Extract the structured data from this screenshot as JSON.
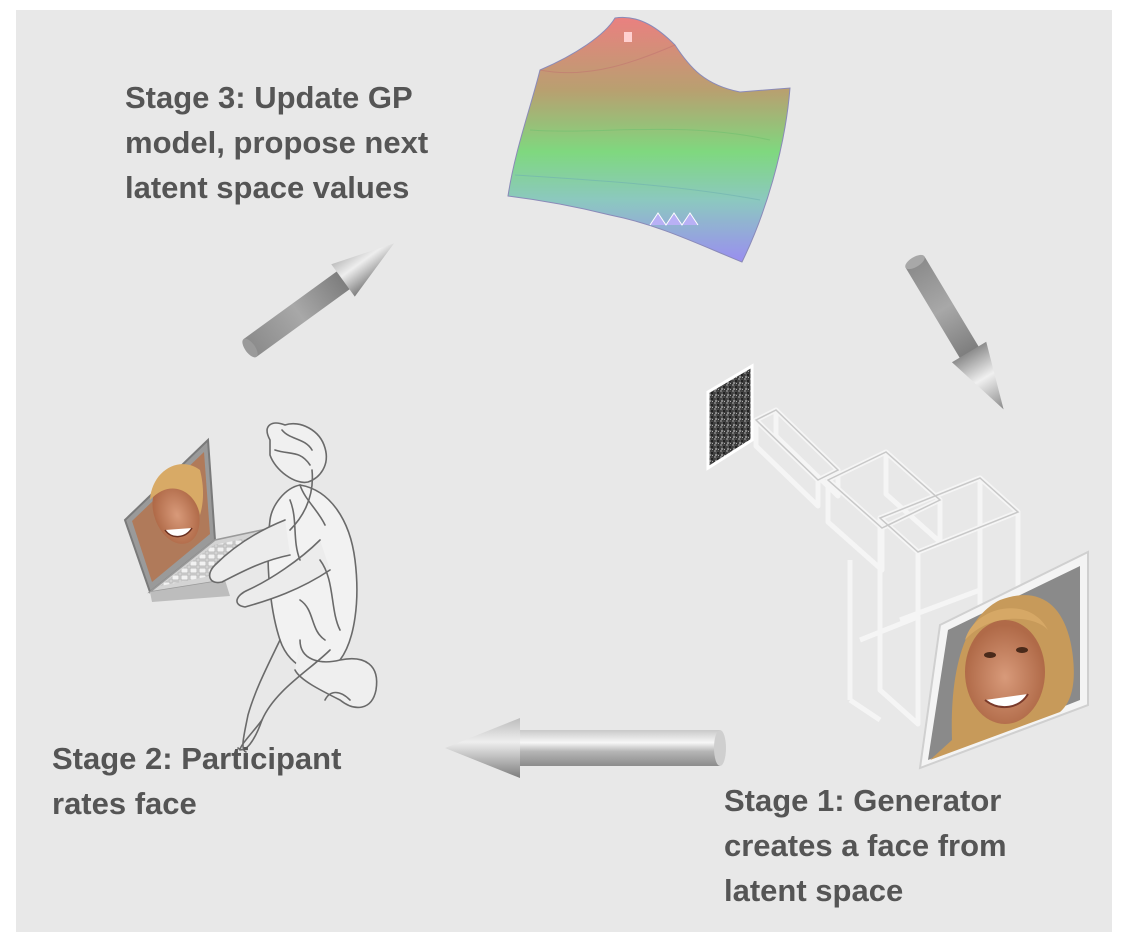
{
  "diagram": {
    "stages": [
      {
        "id": "stage-1",
        "lines": [
          "Stage 1: Generator",
          "creates a face from",
          "latent space"
        ]
      },
      {
        "id": "stage-2",
        "lines": [
          "Stage 2: Participant",
          "rates face"
        ]
      },
      {
        "id": "stage-3",
        "lines": [
          "Stage 3: Update GP",
          "model, propose next",
          "latent space values"
        ]
      }
    ],
    "icons": {
      "stage_1": [
        "noise-image-icon",
        "neural-network-icon",
        "generated-face-icon"
      ],
      "stage_2": [
        "participant-figure-icon",
        "laptop-icon"
      ],
      "stage_3": [
        "gp-surface-icon"
      ],
      "arrows": [
        "arrow-stage3-to-stage1",
        "arrow-stage1-to-stage2",
        "arrow-stage2-to-stage3"
      ]
    },
    "colors": {
      "background": "#e8e8e8",
      "label_text": "#555555",
      "surface_peak": "#e88080",
      "surface_mid": "#7dd67d",
      "surface_low": "#9a8ee8"
    }
  }
}
